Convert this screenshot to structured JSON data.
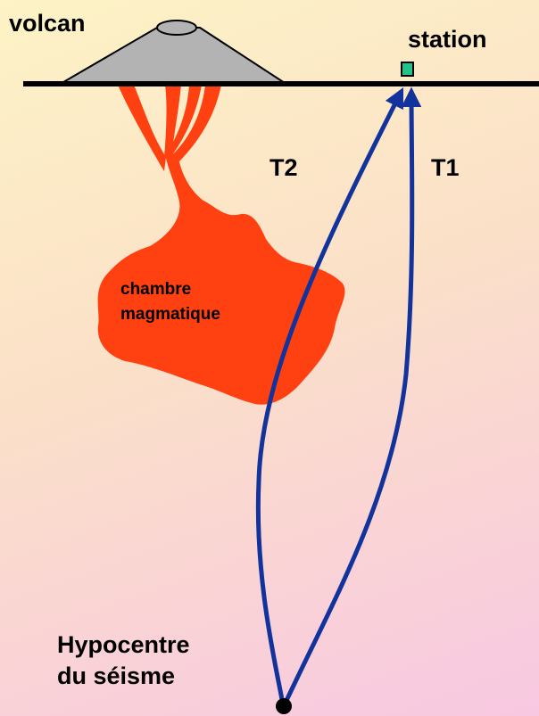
{
  "labels": {
    "volcan": "volcan",
    "station": "station",
    "t2": "T2",
    "t1": "T1",
    "chambre_line1": "chambre",
    "chambre_line2": "magmatique",
    "hypocentre_line1": "Hypocentre",
    "hypocentre_line2": "du séisme"
  },
  "colors": {
    "background_top": "#fdf3c6",
    "background_bottom": "#f8c8e2",
    "volcano": "#b3b3b3",
    "magma": "#ff4010",
    "ray": "#12329c",
    "station": "#22c28a",
    "ground": "#000000"
  }
}
